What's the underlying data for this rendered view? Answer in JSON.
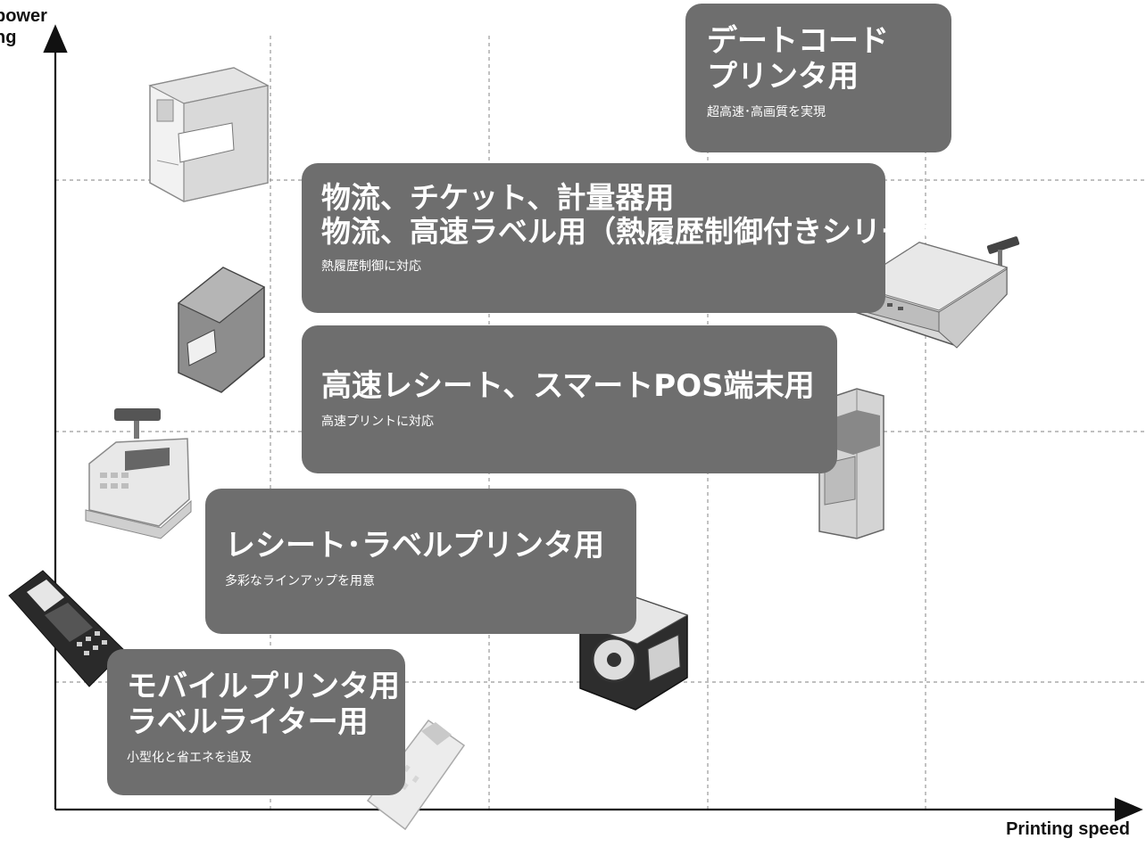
{
  "axes": {
    "y_label_lines": [
      "power",
      "ng"
    ],
    "x_label": "Printing speed"
  },
  "panels": {
    "datecode": {
      "title_lines": [
        "デートコード",
        "プリンタ用"
      ],
      "subtitle": "超高速･高画質を実現"
    },
    "logistics": {
      "title_lines": [
        "物流、チケット、計量器用",
        "物流、高速ラベル用（熱履歴制御付きシリーズ）"
      ],
      "subtitle": "熱履歴制御に対応"
    },
    "receipt": {
      "title_lines": [
        "高速レシート、スマートPOS端末用"
      ],
      "subtitle": "高速プリントに対応"
    },
    "label": {
      "title_lines": [
        "レシート･ラベルプリンタ用"
      ],
      "subtitle": "多彩なラインアップを用意"
    },
    "mobile": {
      "title_lines": [
        "モバイルプリンタ用",
        "ラベルライター用"
      ],
      "subtitle": "小型化と省エネを追及"
    }
  },
  "colors": {
    "panel": "#6e6e6e",
    "axis": "#111111",
    "grid": "#9a9a9a"
  },
  "icons": [
    "industrial-label-printer-icon",
    "receipt-printer-icon",
    "cash-register-icon",
    "mobile-payment-terminal-icon",
    "weighing-scale-icon",
    "kiosk-terminal-icon",
    "label-printer-icon",
    "handheld-terminal-icon"
  ]
}
